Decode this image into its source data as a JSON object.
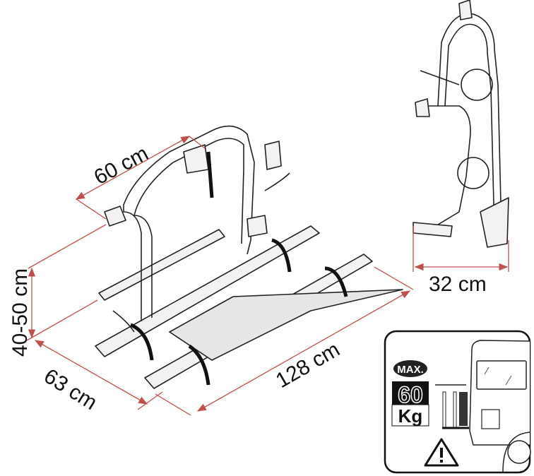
{
  "dimensions": {
    "width_top": "60 cm",
    "height": "40-50 cm",
    "depth": "63 cm",
    "length": "128 cm",
    "side_depth": "32 cm"
  },
  "load_badge": {
    "max_label": "MAX.",
    "value": "60",
    "unit": "Kg"
  },
  "colors": {
    "dimension_lines": "#c0504d",
    "outline": "#222222"
  },
  "icons": [
    "warning-triangle-icon",
    "camper-van-icon",
    "bike-rack-icon"
  ]
}
